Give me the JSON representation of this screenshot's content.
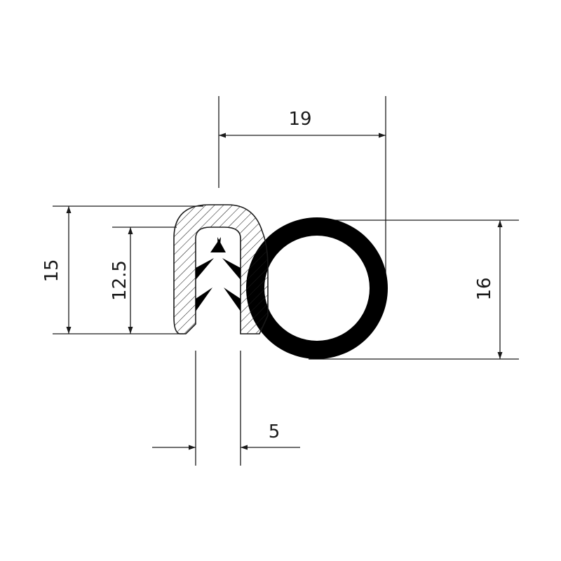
{
  "dimensions": {
    "width_total": "19",
    "height_clip": "15",
    "height_inner": "12.5",
    "height_bulb": "16",
    "gap": "5"
  },
  "colors": {
    "ink": "#1a1a1a",
    "bulb_fill": "#000000",
    "background": "#ffffff"
  }
}
